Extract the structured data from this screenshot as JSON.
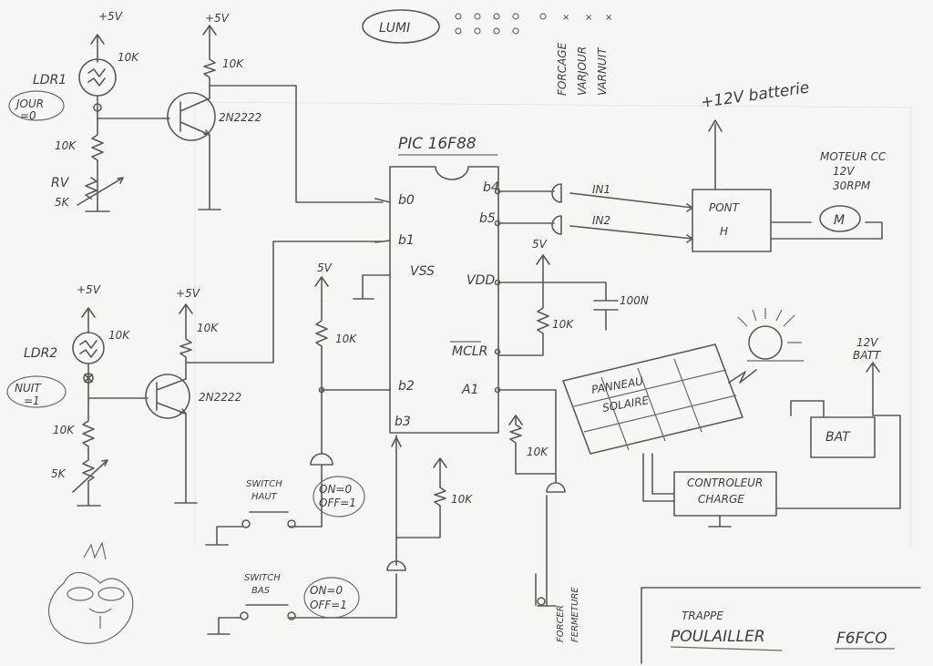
{
  "header": {
    "day_label": "LUMI",
    "mode_labels": [
      "FORCAGE",
      "VARJOUR",
      "VARNUIT"
    ]
  },
  "mcu": {
    "title": "PIC 16F88",
    "pins_left": [
      "b0",
      "b1",
      "VSS",
      "b2",
      "b3"
    ],
    "pins_right": [
      "b4",
      "b5",
      "VDD",
      "MCLR",
      "A1"
    ]
  },
  "day_sensor": {
    "vcc_left": "+5V",
    "vcc_right": "+5V",
    "ldr_label": "LDR1",
    "ldr_note": "JOUR",
    "ldr_state": "=0",
    "r_ldr": "10K",
    "r_collector": "10K",
    "r_series": "10K",
    "pot_label": "RV",
    "pot_value": "5K",
    "transistor": "2N2222"
  },
  "night_sensor": {
    "vcc_left": "+5V",
    "vcc_right": "+5V",
    "ldr_label": "LDR2",
    "ldr_note": "NUIT",
    "ldr_state": "=1",
    "r_ldr": "10K",
    "r_collector": "10K",
    "r_series": "10K",
    "pot_value": "5K",
    "transistor": "2N2222"
  },
  "supply": {
    "vss_rail": "5V",
    "r_pullup_b2": "10K",
    "r_pullup_b3": "10K",
    "vdd_rail": "5V",
    "r_mclr": "10K",
    "cap": "100N",
    "r_a1": "10K"
  },
  "switches": {
    "high_label": [
      "SWITCH",
      "HAUT"
    ],
    "high_state": [
      "ON=0",
      "OFF=1"
    ],
    "low_label": [
      "SWITCH",
      "BAS"
    ],
    "low_state": [
      "ON=0",
      "OFF=1"
    ],
    "force_label": [
      "FORCER",
      "FERMETURE"
    ]
  },
  "motor_drive": {
    "battery_rail": "+12V batterie",
    "in1": "IN1",
    "in2": "IN2",
    "bridge": [
      "PONT",
      "H"
    ],
    "motor_title": [
      "MOTEUR CC",
      "12V",
      "30RPM"
    ],
    "motor_symbol": "M"
  },
  "solar": {
    "panel": [
      "PANNEAU",
      "SOLAIRE"
    ],
    "battery_rail": [
      "12V",
      "BATT"
    ],
    "battery": "BAT",
    "controller": [
      "CONTROLEUR",
      "CHARGE"
    ]
  },
  "title_block": {
    "subtitle": "TRAPPE",
    "title": "POULAILLER",
    "author": "F6FCO"
  }
}
